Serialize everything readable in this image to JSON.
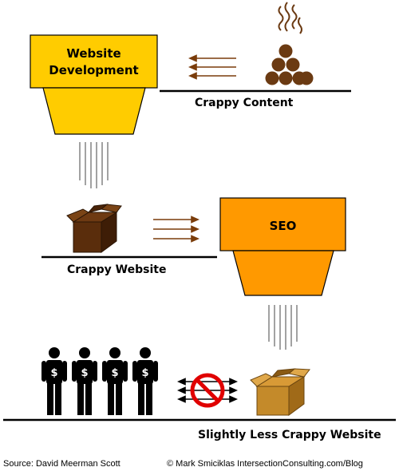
{
  "funnel_top": {
    "label_line1": "Website",
    "label_line2": "Development",
    "fill": "#FFCC00"
  },
  "funnel_seo": {
    "label": "SEO",
    "fill": "#FF9900"
  },
  "labels": {
    "crappy_content": "Crappy Content",
    "crappy_website": "Crappy Website",
    "slightly_less": "Slightly Less Crappy Website"
  },
  "icons": {
    "content": "dung-pile-icon",
    "box_dark": "dark-box-icon",
    "box_light": "light-box-icon",
    "people": "moneybag-person-icon",
    "blocked_arrows": "no-entry-arrows-icon"
  },
  "people_symbol": "$",
  "colors": {
    "arrow": "#7a3c0a",
    "dung": "#6b3a12",
    "box_dark": "#5a2d0c",
    "box_light": "#c48a2a",
    "no_sign": "#e00000"
  },
  "footer": {
    "source": "Source: David Meerman Scott",
    "credit": "© Mark Smiciklas  IntersectionConsulting.com/Blog"
  }
}
